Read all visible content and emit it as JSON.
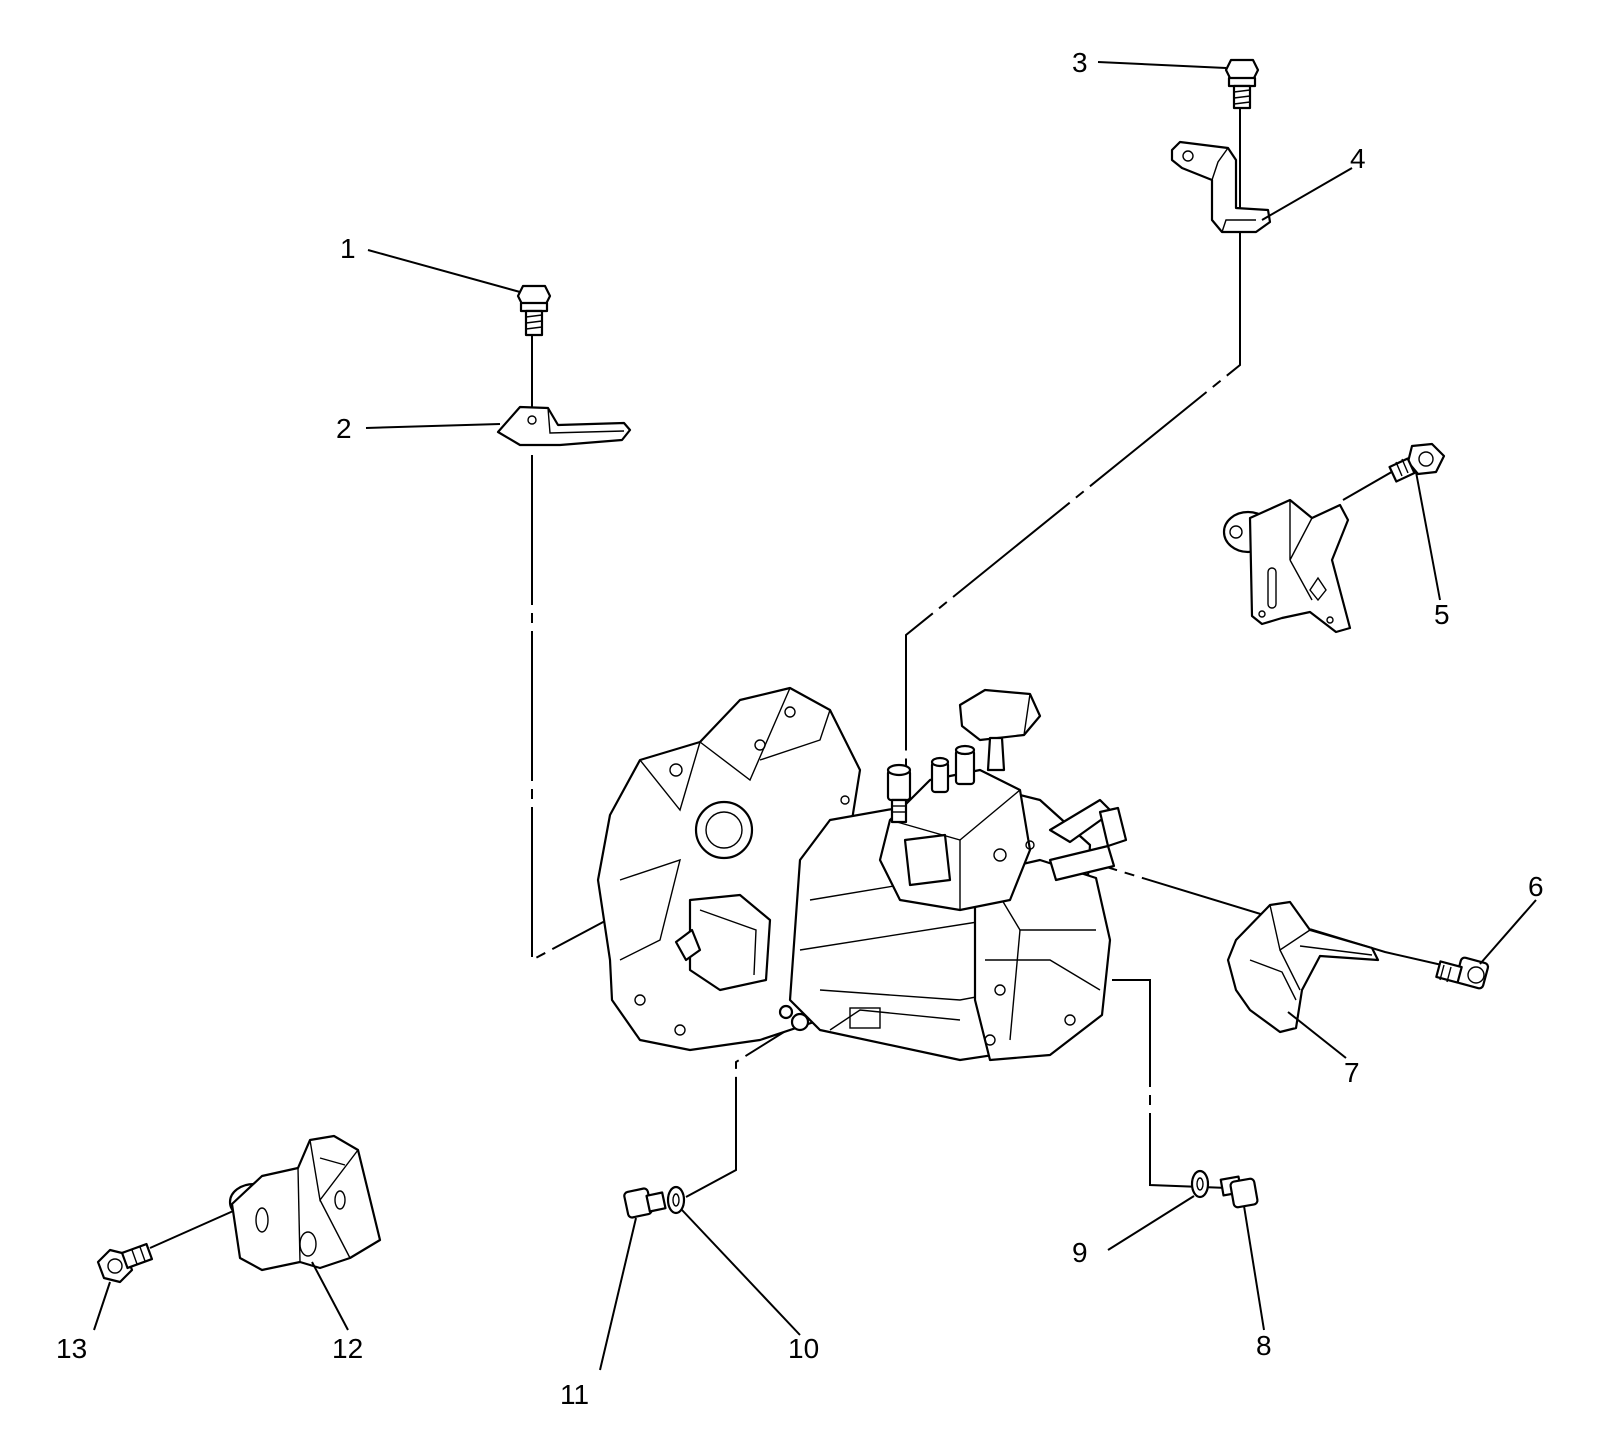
{
  "callouts": [
    {
      "id": "1",
      "label": "1"
    },
    {
      "id": "2",
      "label": "2"
    },
    {
      "id": "3",
      "label": "3"
    },
    {
      "id": "4",
      "label": "4"
    },
    {
      "id": "5",
      "label": "5"
    },
    {
      "id": "6",
      "label": "6"
    },
    {
      "id": "7",
      "label": "7"
    },
    {
      "id": "8",
      "label": "8"
    },
    {
      "id": "9",
      "label": "9"
    },
    {
      "id": "10",
      "label": "10"
    },
    {
      "id": "11",
      "label": "11"
    },
    {
      "id": "12",
      "label": "12"
    },
    {
      "id": "13",
      "label": "13"
    }
  ],
  "line_color": "#000000",
  "background": "#ffffff"
}
